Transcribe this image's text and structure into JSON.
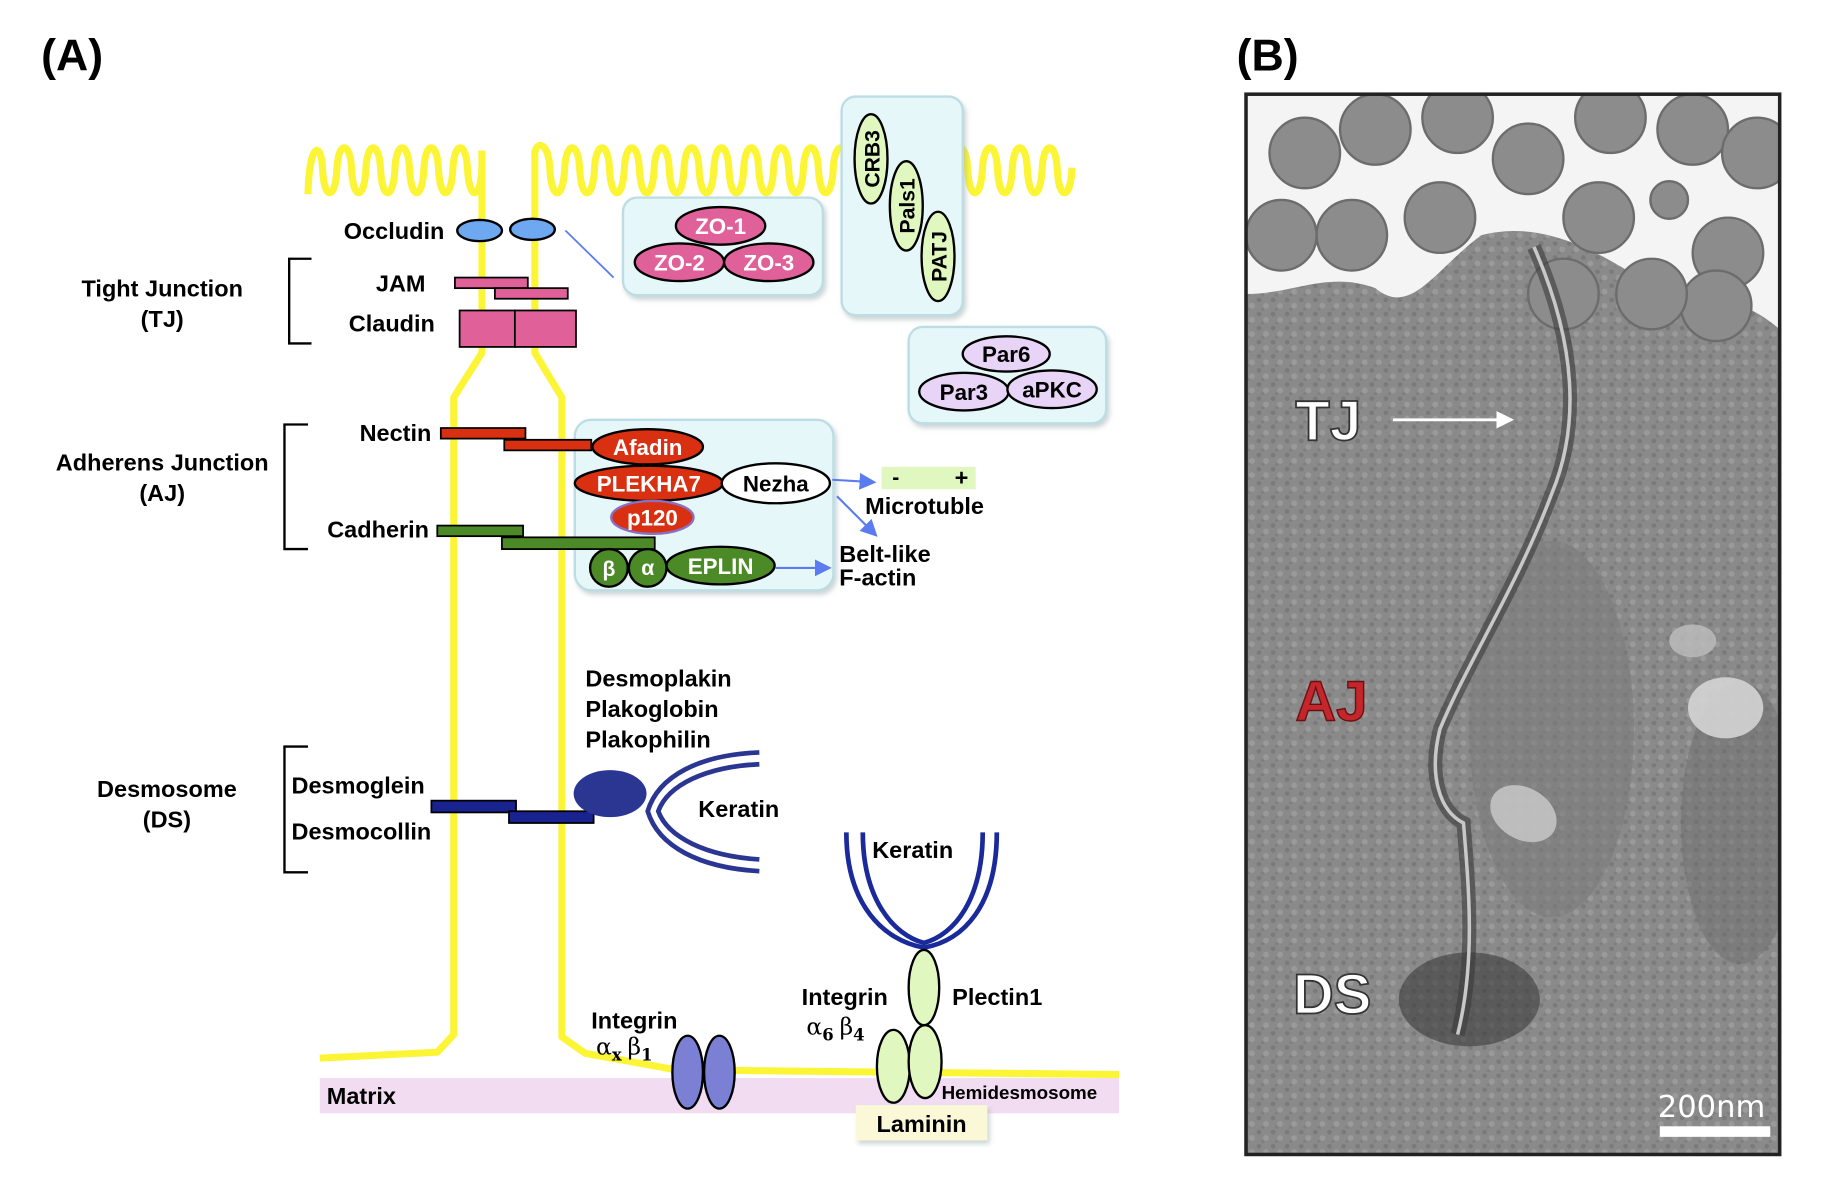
{
  "panels": {
    "a_label": "(A)",
    "b_label": "(B)"
  },
  "regions": {
    "tj": {
      "name": "Tight Junction",
      "abbr": "(TJ)"
    },
    "aj": {
      "name": "Adherens Junction",
      "abbr": "(AJ)"
    },
    "ds": {
      "name": "Desmosome",
      "abbr": "(DS)"
    }
  },
  "tight_junction": {
    "occludin": "Occludin",
    "jam": "JAM",
    "claudin": "Claudin",
    "zo_complex": [
      "ZO-1",
      "ZO-2",
      "ZO-3"
    ],
    "crumbs_complex": [
      "CRB3",
      "Pals1",
      "PATJ"
    ],
    "par_complex": [
      "Par6",
      "Par3",
      "aPKC"
    ]
  },
  "adherens_junction": {
    "nectin": "Nectin",
    "cadherin": "Cadherin",
    "afadin": "Afadin",
    "plekha7": "PLEKHA7",
    "nezha": "Nezha",
    "p120": "p120",
    "beta": "β",
    "alpha": "α",
    "eplin": "EPLIN",
    "microtubule_minus": "-",
    "microtubule_plus": "+",
    "microtubule": "Microtuble",
    "factin_1": "Belt-like",
    "factin_2": "F-actin"
  },
  "desmosome": {
    "desmoglein": "Desmoglein",
    "desmocollin": "Desmocollin",
    "plaque_1": "Desmoplakin",
    "plaque_2": "Plakoglobin",
    "plaque_3": "Plakophilin",
    "keratin": "Keratin"
  },
  "basal": {
    "integrin_b1": "Integrin",
    "integrin_b1_sub_alpha": "α",
    "integrin_b1_sub_alpha_idx": "x",
    "integrin_b1_sub_beta": "β",
    "integrin_b1_sub_beta_idx": "1",
    "integrin_b4": "Integrin",
    "integrin_b4_sub_alpha": "α",
    "integrin_b4_sub_alpha_idx": "6",
    "integrin_b4_sub_beta": "β",
    "integrin_b4_sub_beta_idx": "4",
    "plectin": "Plectin1",
    "keratin": "Keratin",
    "matrix": "Matrix",
    "hemidesmosome": "Hemidesmosome",
    "laminin": "Laminin"
  },
  "micrograph": {
    "tj": "TJ",
    "aj": "AJ",
    "ds": "DS",
    "scale": "200nm"
  },
  "colors": {
    "membrane": "#fbf536",
    "tj_pink": "#e0609a",
    "occludin_blue": "#6ea8f0",
    "aj_red": "#d83010",
    "aj_green": "#4c8a28",
    "ds_blue": "#18238f",
    "keratin_blue": "#2b3592",
    "pale_green": "#e0f7c0",
    "lavender": "#e8d4f6",
    "integrin_purple": "#7b80d4",
    "matrix_pink": "#f2dcf2",
    "aj_label_red": "#c3262b"
  }
}
